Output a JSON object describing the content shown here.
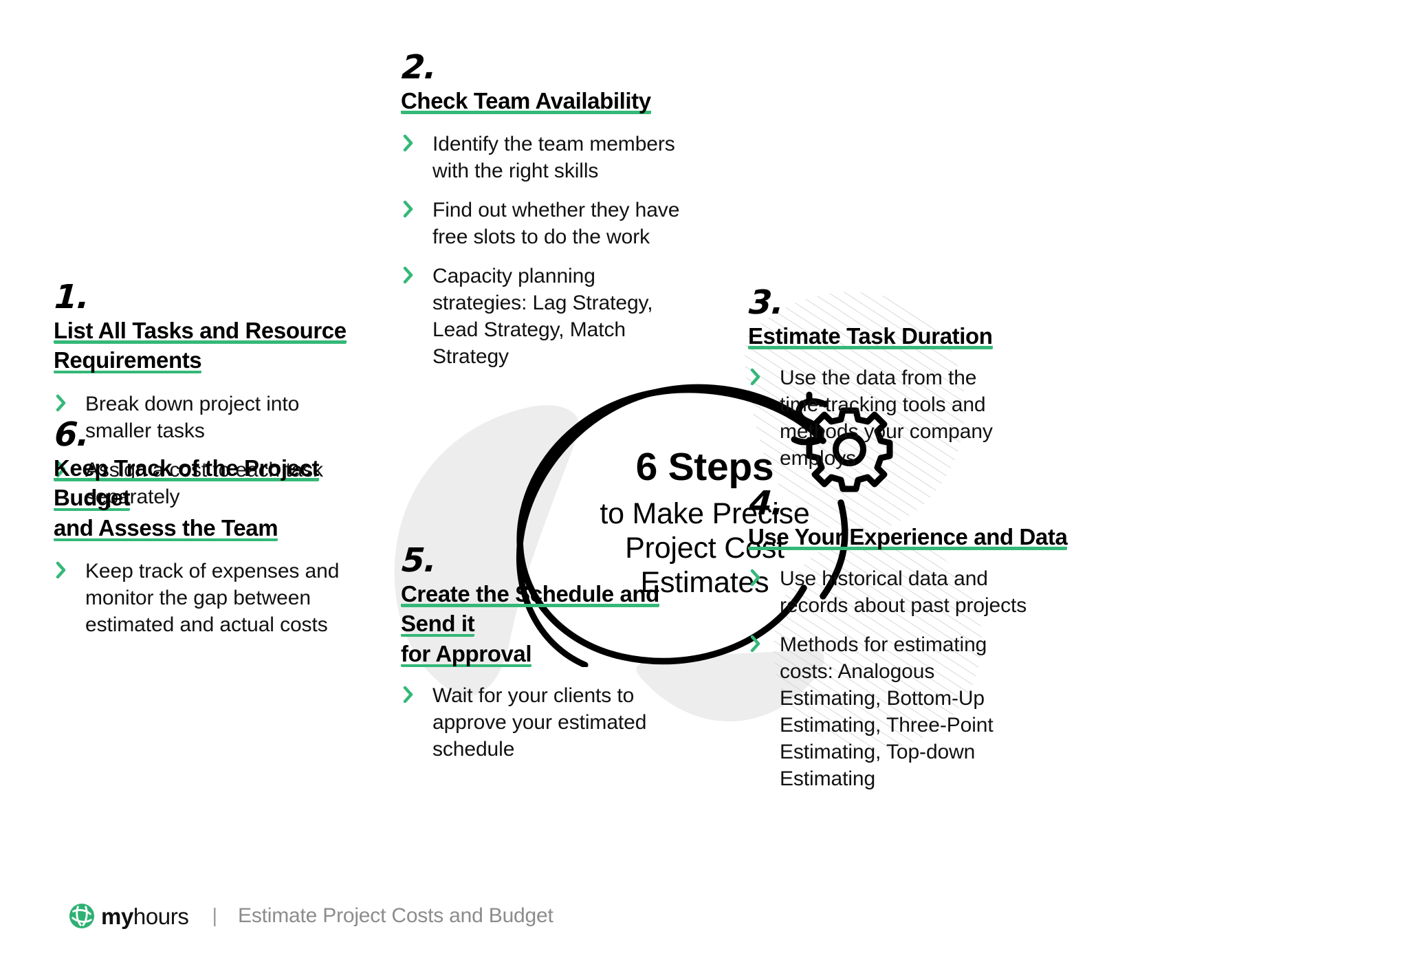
{
  "colors": {
    "accent_green": "#34b878",
    "logo_green": "#2eb173",
    "ink": "#000000",
    "blob_gray": "#ededed",
    "hatch_gray": "#cfcfcf",
    "footer_gray": "#8c8c8c"
  },
  "center": {
    "title": "6 Steps",
    "subtitle": "to Make Precise\nProject Cost\nEstimates",
    "subtitle_lines": [
      "to Make Precise",
      "Project Cost",
      "Estimates"
    ],
    "icon": "dollar-gear-icon"
  },
  "steps": [
    {
      "number": "1.",
      "heading": "List All Tasks and Resource Requirements",
      "heading_lines": [
        "List All Tasks and Resource",
        "Requirements"
      ],
      "bullets": [
        "Break down project into smaller tasks",
        "Assign a cost to each task separately"
      ]
    },
    {
      "number": "2.",
      "heading": "Check Team Availability",
      "heading_lines": [
        "Check Team Availability"
      ],
      "bullets": [
        "Identify the team members with the right skills",
        "Find out whether they have free slots to do the work",
        "Capacity planning strategies: Lag Strategy, Lead Strategy, Match Strategy"
      ]
    },
    {
      "number": "3.",
      "heading": "Estimate Task Duration",
      "heading_lines": [
        "Estimate Task Duration"
      ],
      "bullets": [
        "Use the data from the time-tracking tools and methods your company employs"
      ]
    },
    {
      "number": "4.",
      "heading": "Use Your Experience and Data",
      "heading_lines": [
        "Use Your Experience and Data"
      ],
      "bullets": [
        "Use historical data and records about past projects",
        "Methods for estimating costs: Analogous Estimating, Bottom-Up Estimating, Three-Point Estimating, Top-down Estimating"
      ]
    },
    {
      "number": "5.",
      "heading": "Create the Schedule and Send it for Approval",
      "heading_lines": [
        "Create the Schedule and Send it",
        "for Approval"
      ],
      "bullets": [
        "Wait for your clients to approve your estimated schedule"
      ]
    },
    {
      "number": "6.",
      "heading": "Keep Track of the Project Budget and Assess the Team",
      "heading_lines": [
        "Keep Track of the Project Budget",
        "and Assess the Team"
      ],
      "bullets": [
        "Keep track of expenses and monitor the gap between estimated and actual costs"
      ]
    }
  ],
  "footer": {
    "brand_bold": "my",
    "brand_light": "hours",
    "separator": "|",
    "caption": "Estimate Project Costs and Budget",
    "logo": "myhours-globe-icon"
  }
}
